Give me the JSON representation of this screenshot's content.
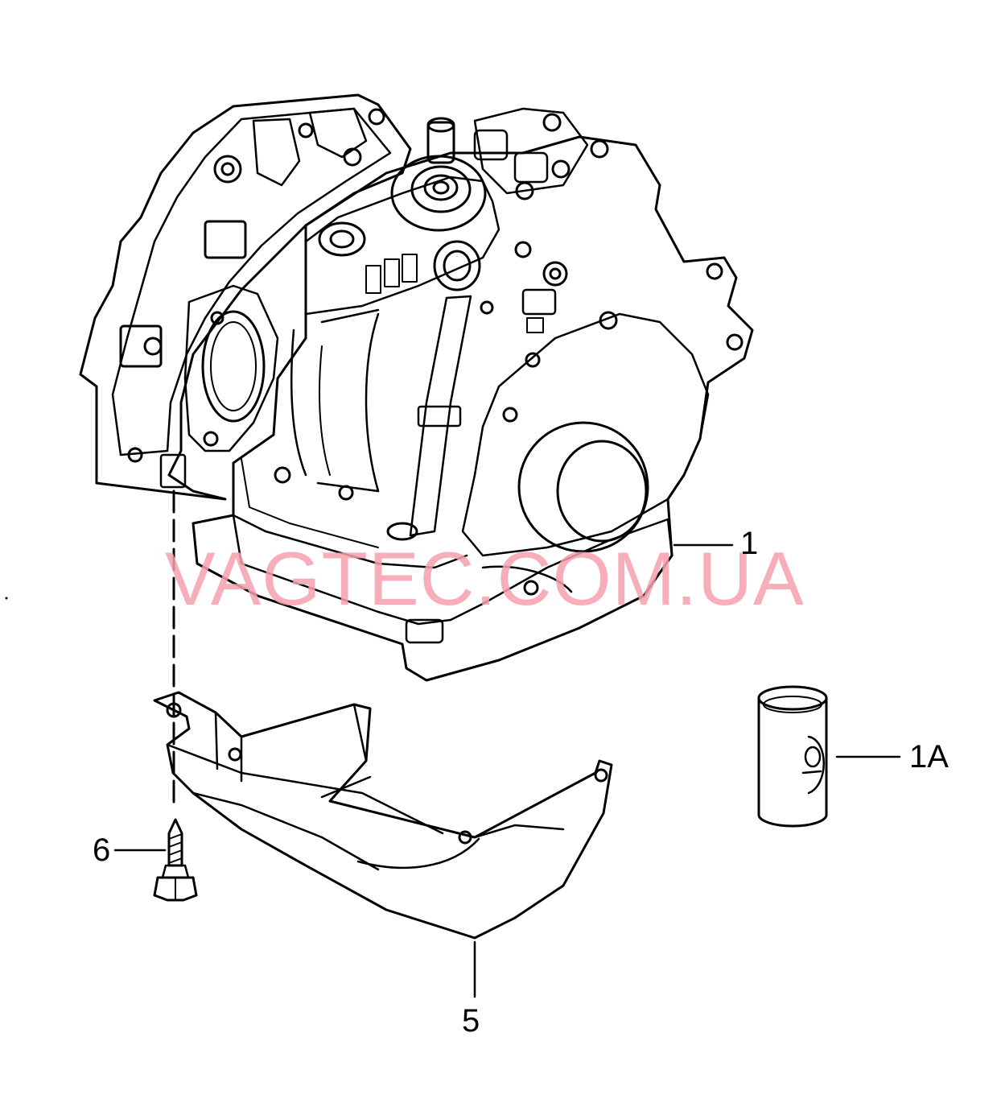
{
  "callouts": {
    "part_1": "1",
    "part_1a": "1A",
    "part_5": "5",
    "part_6": "6"
  },
  "watermark": {
    "text": "VAGTEC.COM.UA",
    "color": "#f6a1ad"
  },
  "colors": {
    "line": "#000000",
    "background": "#ffffff"
  }
}
